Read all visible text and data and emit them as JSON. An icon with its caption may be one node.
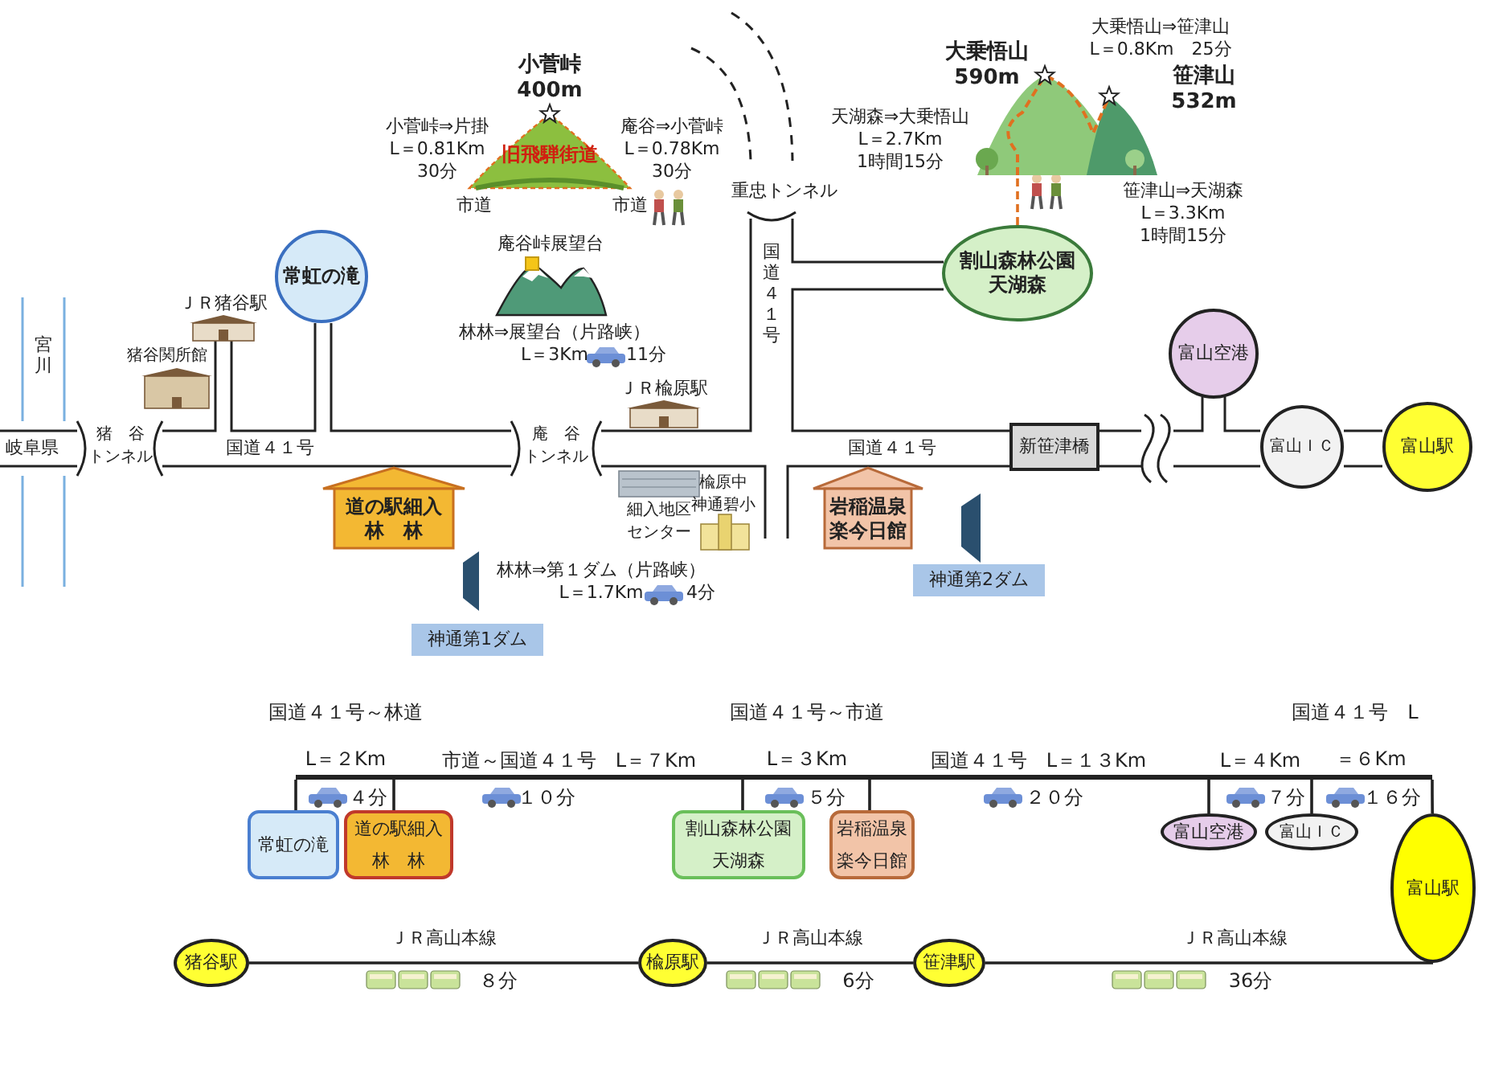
{
  "diagram": {
    "nodes": [
      {
        "text": [
          "小菅峠 400m",
          "旧飛騨街道"
        ]
      },
      {
        "text": [
          "大乗悟山 590m",
          "笹津山 532m"
        ]
      },
      {
        "text": [
          "庵谷峠展望台"
        ]
      },
      {
        "text": [
          "割山森林公園天湖森"
        ]
      },
      {
        "text": [
          "常虹の滝"
        ]
      },
      {
        "text": [
          "富山空港"
        ]
      },
      {
        "text": [
          "新笹津橋"
        ]
      },
      {
        "text": [
          "富山ＩＣ"
        ]
      },
      {
        "text": [
          "富山駅"
        ]
      },
      {
        "text": [
          "道の駅細入林　林"
        ]
      },
      {
        "text": [
          "岩稲温泉楽今日館"
        ]
      },
      {
        "text": [
          "神通第2ダム"
        ]
      },
      {
        "text": [
          "神通第1ダム"
        ]
      },
      {
        "text": [
          "常虹の滝"
        ]
      },
      {
        "text": [
          "道の駅細入林　林"
        ]
      },
      {
        "text": [
          "割山森林公園天湖森"
        ]
      },
      {
        "text": [
          "岩稲温泉楽今日館"
        ]
      },
      {
        "text": [
          "富山空港"
        ]
      },
      {
        "text": [
          "富山ＩＣ"
        ]
      },
      {
        "text": [
          "富山駅"
        ]
      },
      {
        "text": [
          "猪谷駅"
        ]
      },
      {
        "text": [
          "楡原駅"
        ]
      },
      {
        "text": [
          "笹津駅"
        ]
      },
      {
        "text": [],
        "shape": "bar"
      }
    ],
    "edges": [
      {
        "from": 3,
        "to": 1,
        "arrow": "none",
        "style": "dashed",
        "color": "#e07020"
      },
      {
        "from": 20,
        "to": 21,
        "arrow": "none",
        "label": "ＪＲ高山本線"
      },
      {
        "from": 21,
        "to": 22,
        "arrow": "none",
        "label": "ＪＲ高山本線"
      },
      {
        "from": 22,
        "to": 19,
        "arrow": "none",
        "label": "ＪＲ高山本線"
      },
      {
        "from": 23,
        "to": 13,
        "arrow": "none"
      },
      {
        "from": 23,
        "to": 14,
        "arrow": "none"
      },
      {
        "from": 23,
        "to": 15,
        "arrow": "none"
      },
      {
        "from": 23,
        "to": 16,
        "arrow": "none"
      },
      {
        "from": 23,
        "to": 17,
        "arrow": "none"
      },
      {
        "from": 23,
        "to": 18,
        "arrow": "none"
      },
      {
        "from": 23,
        "to": 19,
        "arrow": "none"
      }
    ],
    "labels": [
      "大乗悟山⇒笹津山 L＝0.8Km　25分",
      "小菅峠⇒片掛 L＝0.81Km 30分",
      "庵谷⇒小菅峠 L＝0.78Km 30分",
      "天湖森⇒大乗悟山 L＝2.7Km 1時間15分",
      "市道",
      "市道",
      "重忠トンネル",
      "笹津山⇒天湖森 L＝3.3Km 1時間15分",
      "国道４１号",
      "ＪＲ猪谷駅",
      "宮川",
      "猪谷関所館",
      "林林⇒展望台（片路峡） L＝3Km",
      "11分",
      "ＪＲ楡原駅",
      "岐阜県",
      "猪　谷トンネル",
      "国道４１号",
      "庵　谷トンネル",
      "国道４１号",
      "細入地区センター",
      "楡原中神通碧小",
      "林林⇒第１ダム（片路峡） L＝1.7Km",
      "4分",
      "国道４１号～林道",
      "国道４１号～市道",
      "国道４１号　L",
      "L＝２Km",
      "市道～国道４１号　L＝７Km",
      "L＝３Km",
      "国道４１号　L＝１３Km",
      "L＝４Km",
      "＝６Km",
      "４分",
      "１０分",
      "５分",
      "２０分",
      "７分",
      "１６分",
      "８分",
      "6分",
      "36分"
    ]
  }
}
